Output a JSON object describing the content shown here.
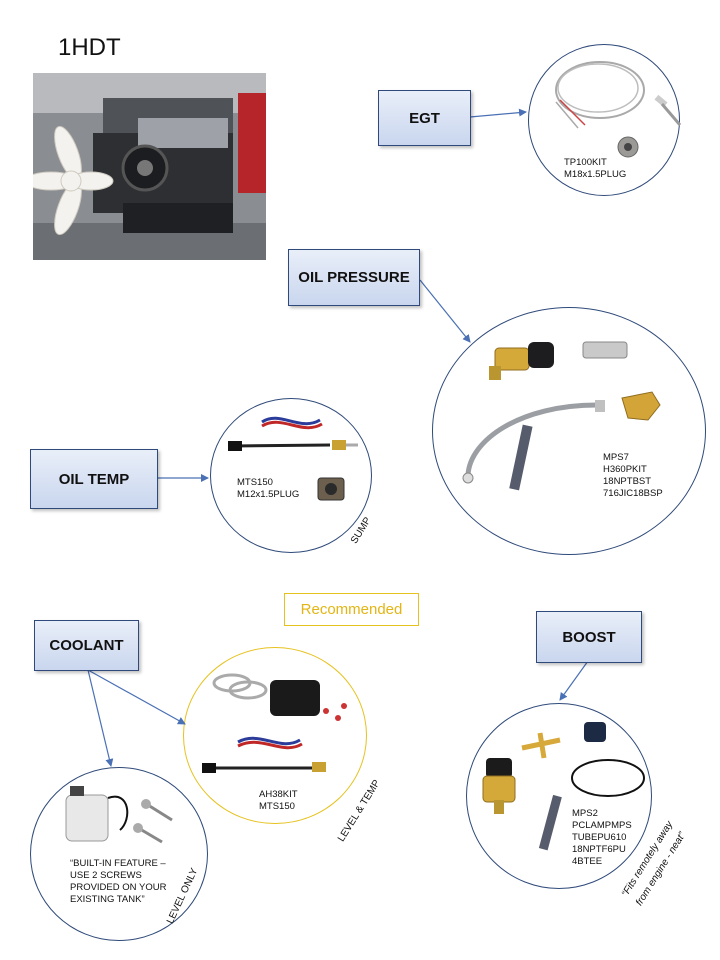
{
  "title": "1HDT",
  "boxes": {
    "egt": "EGT",
    "oil_pressure": "OIL PRESSURE",
    "oil_temp": "OIL TEMP",
    "coolant": "COOLANT",
    "boost": "BOOST"
  },
  "recommended": "Recommended",
  "labels": {
    "egt": "TP100KIT\nM18x1.5PLUG",
    "oil_pressure": "MPS7\nH360PKIT\n18NPTBST\n716JIC18BSP",
    "oil_temp": "MTS150\nM12x1.5PLUG",
    "coolant_kit": "AH38KIT\nMTS150",
    "coolant_tank": "“BUILT-IN FEATURE –\nUSE 2 SCREWS\nPROVIDED ON YOUR\nEXISTING TANK”",
    "boost": "MPS2\nPCLAMPMPS\nTUBEPU610\n18NPTF6PU\n4BTEE"
  },
  "rotated": {
    "sump": "SUMP",
    "level_temp": "LEVEL & TEMP",
    "level_only": "LEVEL ONLY",
    "fits_remotely_1": "“Fits remotely away",
    "fits_remotely_2": "from engine - neat”"
  },
  "colors": {
    "box_border": "#2f4a7a",
    "arrow": "#4a70b5",
    "gold": "#e6c21f"
  }
}
